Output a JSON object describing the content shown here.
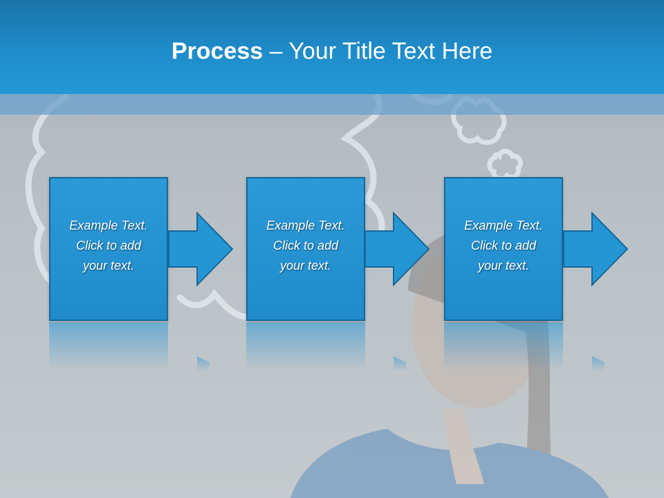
{
  "slide": {
    "title_bold": "Process",
    "title_rest": " – Your Title Text Here"
  },
  "steps": [
    {
      "line1": "Example Text.",
      "line2": "Click  to add",
      "line3": "your text."
    },
    {
      "line1": "Example Text.",
      "line2": "Click  to add",
      "line3": "your text."
    },
    {
      "line1": "Example Text.",
      "line2": "Click  to add",
      "line3": "your text."
    }
  ],
  "colors": {
    "header": "#1f8cca",
    "box_fill": "#2596d4",
    "box_border": "#17679a",
    "arrow_fill": "#2596d4"
  }
}
